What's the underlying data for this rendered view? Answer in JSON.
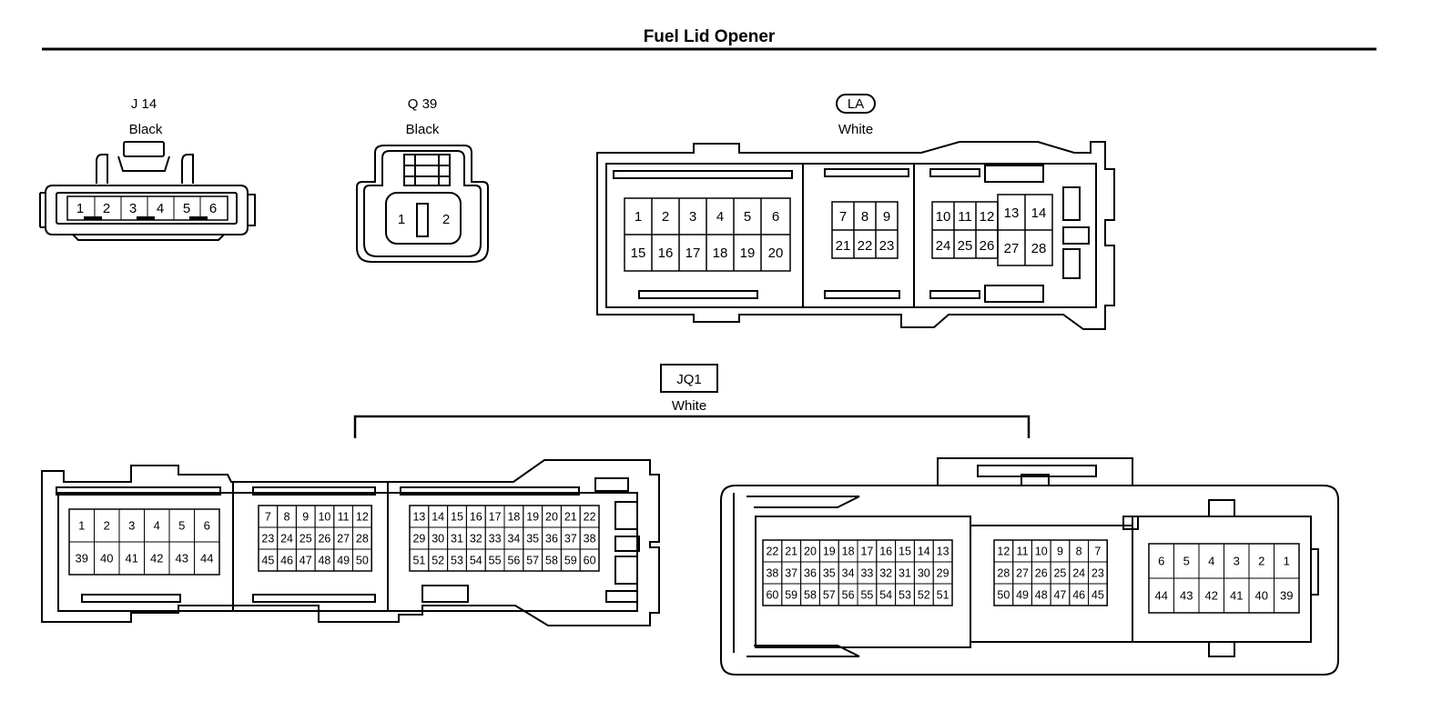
{
  "title": "Fuel Lid Opener",
  "connectors": {
    "j14": {
      "code": "J 14",
      "color": "Black",
      "pins": [
        "1",
        "2",
        "3",
        "4",
        "5",
        "6"
      ]
    },
    "q39": {
      "code": "Q 39",
      "color": "Black",
      "pins": [
        "1",
        "2"
      ]
    },
    "la": {
      "code": "LA",
      "color": "White",
      "groups": [
        {
          "rows": [
            [
              "1",
              "2",
              "3",
              "4",
              "5",
              "6"
            ],
            [
              "15",
              "16",
              "17",
              "18",
              "19",
              "20"
            ]
          ]
        },
        {
          "rows": [
            [
              "7",
              "8",
              "9"
            ],
            [
              "21",
              "22",
              "23"
            ]
          ]
        },
        {
          "rows": [
            [
              "10",
              "11",
              "12",
              "13",
              "14"
            ],
            [
              "24",
              "25",
              "26",
              "27",
              "28"
            ]
          ]
        }
      ]
    },
    "jq1": {
      "code": "JQ1",
      "color": "White",
      "left_groups": [
        {
          "rows": [
            [
              "1",
              "2",
              "3",
              "4",
              "5",
              "6"
            ],
            [
              "39",
              "40",
              "41",
              "42",
              "43",
              "44"
            ]
          ]
        },
        {
          "rows": [
            [
              "7",
              "8",
              "9",
              "10",
              "11",
              "12"
            ],
            [
              "23",
              "24",
              "25",
              "26",
              "27",
              "28"
            ],
            [
              "45",
              "46",
              "47",
              "48",
              "49",
              "50"
            ]
          ]
        },
        {
          "rows": [
            [
              "13",
              "14",
              "15",
              "16",
              "17",
              "18",
              "19",
              "20",
              "21",
              "22"
            ],
            [
              "29",
              "30",
              "31",
              "32",
              "33",
              "34",
              "35",
              "36",
              "37",
              "38"
            ],
            [
              "51",
              "52",
              "53",
              "54",
              "55",
              "56",
              "57",
              "58",
              "59",
              "60"
            ]
          ]
        }
      ],
      "right_groups": [
        {
          "rows": [
            [
              "22",
              "21",
              "20",
              "19",
              "18",
              "17",
              "16",
              "15",
              "14",
              "13"
            ],
            [
              "38",
              "37",
              "36",
              "35",
              "34",
              "33",
              "32",
              "31",
              "30",
              "29"
            ],
            [
              "60",
              "59",
              "58",
              "57",
              "56",
              "55",
              "54",
              "53",
              "52",
              "51"
            ]
          ]
        },
        {
          "rows": [
            [
              "12",
              "11",
              "10",
              "9",
              "8",
              "7"
            ],
            [
              "28",
              "27",
              "26",
              "25",
              "24",
              "23"
            ],
            [
              "50",
              "49",
              "48",
              "47",
              "46",
              "45"
            ]
          ]
        },
        {
          "rows": [
            [
              "6",
              "5",
              "4",
              "3",
              "2",
              "1"
            ],
            [
              "44",
              "43",
              "42",
              "41",
              "40",
              "39"
            ]
          ]
        }
      ]
    }
  }
}
